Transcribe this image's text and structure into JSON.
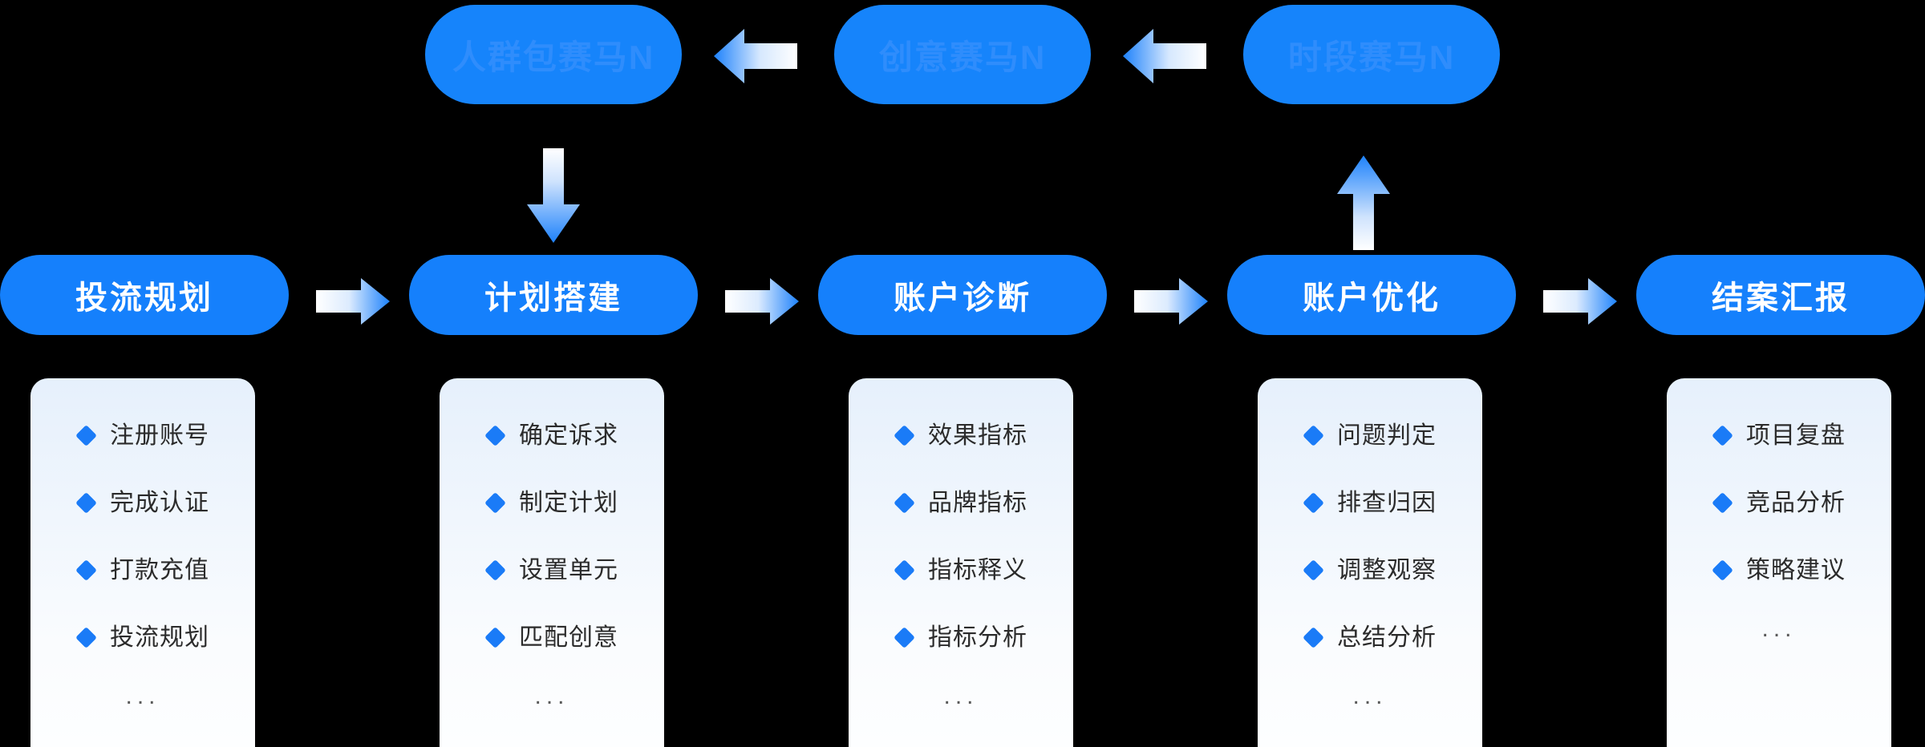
{
  "theme": {
    "background": "#000000",
    "pill_blue": "#1580FC",
    "race_pill_blue": "#1684FB",
    "race_label_blue": "#2F8DFC",
    "bullet_blue": "#1A7BF7",
    "card_top": "#E6F0FC",
    "card_bottom": "#FDFEFF",
    "pill_text": "#FFFFFF",
    "bullet_text": "#2B2B2B"
  },
  "race_row": {
    "items": [
      {
        "label": "人群包赛马N"
      },
      {
        "label": "创意赛马N"
      },
      {
        "label": "时段赛马N"
      }
    ],
    "arrows": [
      {
        "direction": "left"
      },
      {
        "direction": "left"
      }
    ]
  },
  "vertical_arrows": [
    {
      "name": "down-arrow-to-plan-build",
      "direction": "down"
    },
    {
      "name": "up-arrow-from-account-optimize",
      "direction": "up"
    }
  ],
  "stages": [
    {
      "label": "投流规划",
      "items": [
        "注册账号",
        "完成认证",
        "打款充值",
        "投流规划"
      ],
      "ellipsis": "..."
    },
    {
      "label": "计划搭建",
      "items": [
        "确定诉求",
        "制定计划",
        "设置单元",
        "匹配创意"
      ],
      "ellipsis": "..."
    },
    {
      "label": "账户诊断",
      "items": [
        "效果指标",
        "品牌指标",
        "指标释义",
        "指标分析"
      ],
      "ellipsis": "..."
    },
    {
      "label": "账户优化",
      "items": [
        "问题判定",
        "排查归因",
        "调整观察",
        "总结分析"
      ],
      "ellipsis": "..."
    },
    {
      "label": "结案汇报",
      "items": [
        "项目复盘",
        "竞品分析",
        "策略建议"
      ],
      "ellipsis": "..."
    }
  ],
  "stage_arrows": [
    {
      "direction": "right"
    },
    {
      "direction": "right"
    },
    {
      "direction": "right"
    },
    {
      "direction": "right"
    }
  ]
}
